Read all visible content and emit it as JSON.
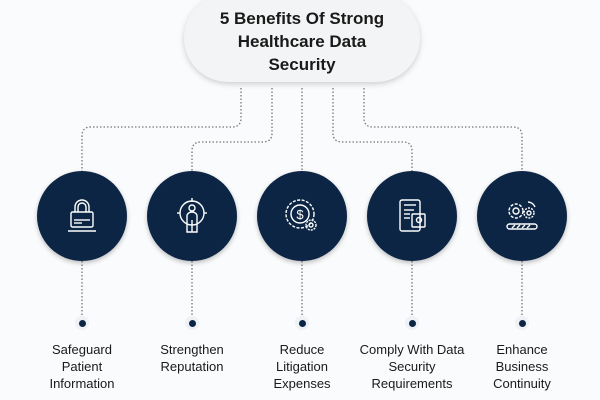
{
  "title": "5 Benefits Of Strong Healthcare Data Security",
  "colors": {
    "circle": "#0d2545",
    "pill": "#f3f4f5"
  },
  "benefits": [
    {
      "label": "Safeguard Patient Information",
      "icon": "padlock-card-icon"
    },
    {
      "label": "Strengthen Reputation",
      "icon": "person-target-icon"
    },
    {
      "label": "Reduce Litigation Expenses",
      "icon": "dollar-gear-icon"
    },
    {
      "label": "Comply With Data Security Requirements",
      "icon": "document-gear-icon"
    },
    {
      "label": "Enhance Business Continuity",
      "icon": "gears-progress-icon"
    }
  ]
}
